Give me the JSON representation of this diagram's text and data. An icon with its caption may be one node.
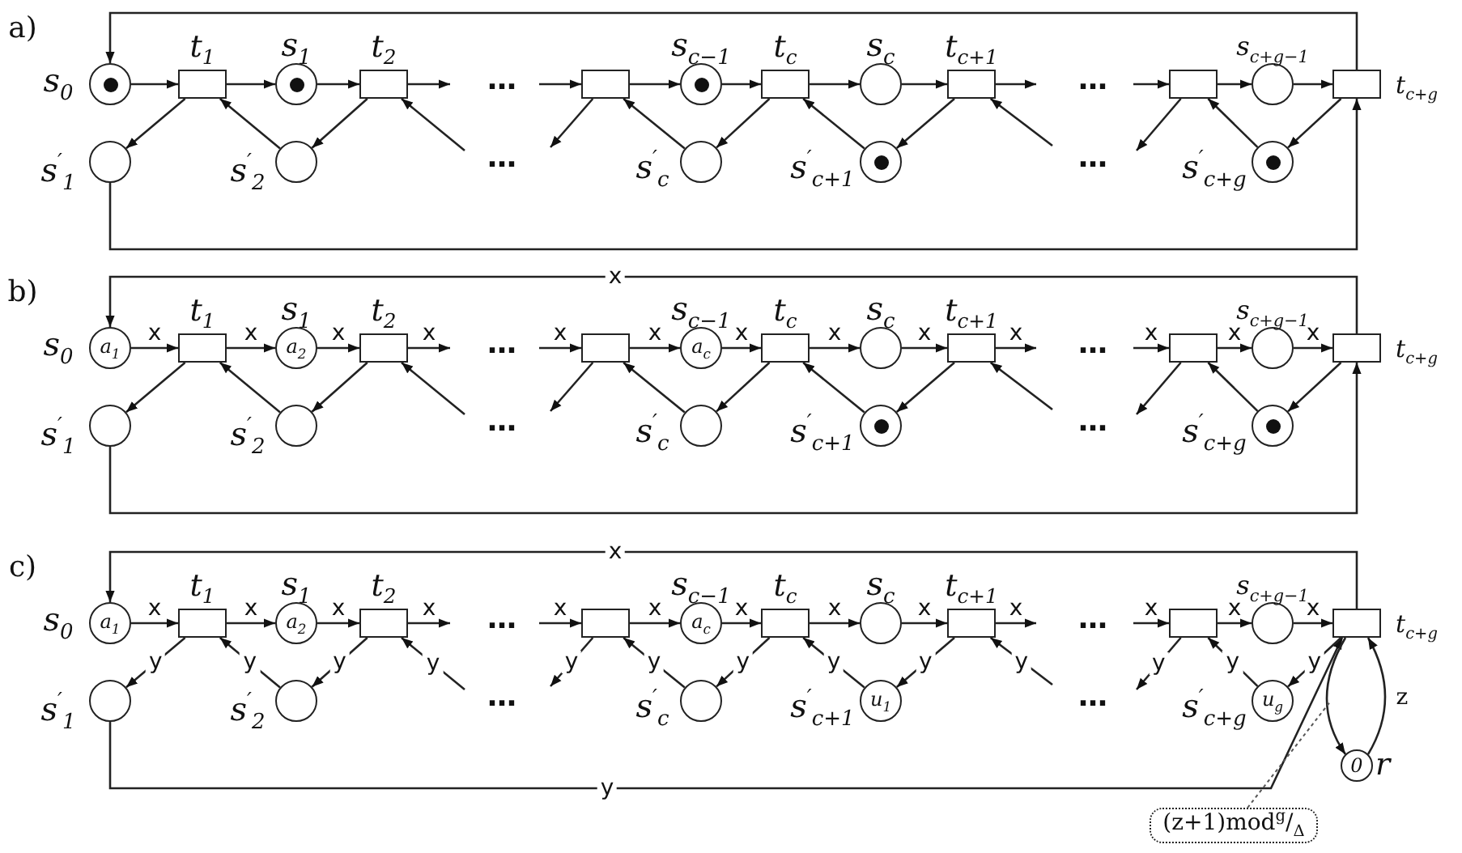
{
  "diagram": {
    "nodes": [
      {
        "text": [],
        "shape": "circle",
        "beside": [
          "s$_{0}$"
        ]
      },
      {
        "text": [],
        "shape": "box",
        "beside": [
          "t$_{1}$"
        ]
      },
      {
        "text": [],
        "shape": "circle",
        "beside": [
          "s$_{1}$"
        ]
      },
      {
        "text": [],
        "shape": "box",
        "beside": [
          "t$_{2}$"
        ]
      },
      {
        "text": [],
        "shape": "box"
      },
      {
        "text": [],
        "shape": "circle",
        "beside": [
          "s$_{c−1}$"
        ]
      },
      {
        "text": [],
        "shape": "box",
        "beside": [
          "t$_{c}$"
        ]
      },
      {
        "text": [],
        "shape": "circle",
        "beside": [
          "s$_{c}$"
        ]
      },
      {
        "text": [],
        "shape": "box",
        "beside": [
          "t$_{c+1}$"
        ]
      },
      {
        "text": [],
        "shape": "box"
      },
      {
        "text": [],
        "shape": "circle",
        "beside": [
          "s$_{c+g−1}$"
        ]
      },
      {
        "text": [],
        "shape": "box",
        "beside": [
          "t$_{c+g}$"
        ]
      },
      {
        "text": [],
        "shape": "circle",
        "beside": [
          "s$^{′}$$_{1}$"
        ]
      },
      {
        "text": [],
        "shape": "circle",
        "beside": [
          "s$^{′}$$_{2}$"
        ]
      },
      {
        "text": [],
        "shape": "circle",
        "beside": [
          "s$^{′}$$_{c}$"
        ]
      },
      {
        "text": [],
        "shape": "circle",
        "beside": [
          "s$^{′}$$_{c+1}$"
        ]
      },
      {
        "text": [],
        "shape": "circle",
        "beside": [
          "s$^{′}$$_{c+g}$"
        ]
      },
      {
        "text": [
          "a$_{1}$"
        ],
        "beside": [
          "s$_{0}$"
        ]
      },
      {
        "text": [],
        "shape": "box",
        "beside": [
          "t$_{1}$"
        ]
      },
      {
        "text": [
          "a$_{2}$"
        ],
        "beside": [
          "s$_{1}$"
        ]
      },
      {
        "text": [],
        "shape": "box",
        "beside": [
          "t$_{2}$"
        ]
      },
      {
        "text": [],
        "shape": "box"
      },
      {
        "text": [
          "a$_{c}$"
        ],
        "beside": [
          "s$_{c−1}$"
        ]
      },
      {
        "text": [],
        "shape": "box",
        "beside": [
          "t$_{c}$"
        ]
      },
      {
        "text": [],
        "shape": "circle",
        "beside": [
          "s$_{c}$"
        ]
      },
      {
        "text": [],
        "shape": "box",
        "beside": [
          "t$_{c+1}$"
        ]
      },
      {
        "text": [],
        "shape": "box"
      },
      {
        "text": [],
        "shape": "circle",
        "beside": [
          "s$_{c+g−1}$"
        ]
      },
      {
        "text": [],
        "shape": "box",
        "beside": [
          "t$_{c+g}$"
        ]
      },
      {
        "text": [],
        "shape": "circle",
        "beside": [
          "s$^{′}$$_{1}$"
        ]
      },
      {
        "text": [],
        "shape": "circle",
        "beside": [
          "s$^{′}$$_{2}$"
        ]
      },
      {
        "text": [],
        "shape": "circle",
        "beside": [
          "s$^{′}$$_{c}$"
        ]
      },
      {
        "text": [],
        "shape": "circle",
        "beside": [
          "s$^{′}$$_{c+1}$"
        ]
      },
      {
        "text": [],
        "shape": "circle",
        "beside": [
          "s$^{′}$$_{c+g}$"
        ]
      },
      {
        "text": [
          "a$_{1}$"
        ],
        "beside": [
          "s$_{0}$"
        ]
      },
      {
        "text": [],
        "shape": "box",
        "beside": [
          "t$_{1}$"
        ]
      },
      {
        "text": [
          "a$_{2}$"
        ],
        "beside": [
          "s$_{1}$"
        ]
      },
      {
        "text": [],
        "shape": "box",
        "beside": [
          "t$_{2}$"
        ]
      },
      {
        "text": [],
        "shape": "box"
      },
      {
        "text": [
          "a$_{c}$"
        ],
        "beside": [
          "s$_{c−1}$"
        ]
      },
      {
        "text": [],
        "shape": "box",
        "beside": [
          "t$_{c}$"
        ]
      },
      {
        "text": [],
        "shape": "circle",
        "beside": [
          "s$_{c}$"
        ]
      },
      {
        "text": [],
        "shape": "box",
        "beside": [
          "t$_{c+1}$"
        ]
      },
      {
        "text": [],
        "shape": "box"
      },
      {
        "text": [],
        "shape": "circle",
        "beside": [
          "s$_{c+g−1}$"
        ]
      },
      {
        "text": [],
        "shape": "box",
        "beside": [
          "t$_{c+g}$"
        ]
      },
      {
        "text": [],
        "shape": "circle",
        "beside": [
          "s$^{′}$$_{1}$"
        ]
      },
      {
        "text": [],
        "shape": "circle",
        "beside": [
          "s$^{′}$$_{2}$"
        ]
      },
      {
        "text": [],
        "shape": "circle",
        "beside": [
          "s$^{′}$$_{c}$"
        ]
      },
      {
        "text": [
          "u$_{1}$"
        ],
        "beside": [
          "s$^{′}$$_{c+1}$"
        ]
      },
      {
        "text": [
          "u$_{g}$"
        ],
        "beside": [
          "s$^{′}$$_{c+g}$"
        ]
      },
      {
        "text": [
          "0"
        ],
        "beside": [
          "r"
        ]
      },
      {
        "text": [
          "(z+1)mod$^{g}$/$_{Δ}$"
        ]
      }
    ],
    "edges": [
      {
        "from": 0,
        "to": 1,
        "arrow": "to"
      },
      {
        "from": 1,
        "to": 2,
        "arrow": "to"
      },
      {
        "from": 2,
        "to": 3,
        "arrow": "to"
      },
      {
        "from": 3,
        "to": null,
        "arrow": "to"
      },
      {
        "from": null,
        "to": 4,
        "arrow": "to"
      },
      {
        "from": 4,
        "to": 5,
        "arrow": "to"
      },
      {
        "from": 5,
        "to": 6,
        "arrow": "to"
      },
      {
        "from": 6,
        "to": 7,
        "arrow": "to"
      },
      {
        "from": 7,
        "to": 8,
        "arrow": "to"
      },
      {
        "from": 8,
        "to": null,
        "arrow": "to"
      },
      {
        "from": null,
        "to": 9,
        "arrow": "to"
      },
      {
        "from": 9,
        "to": 10,
        "arrow": "to"
      },
      {
        "from": 10,
        "to": 11,
        "arrow": "to"
      },
      {
        "from": 1,
        "to": 12,
        "arrow": "to"
      },
      {
        "from": 13,
        "to": 1,
        "arrow": "to"
      },
      {
        "from": 3,
        "to": 13,
        "arrow": "to"
      },
      {
        "from": null,
        "to": 3,
        "arrow": "to"
      },
      {
        "from": 4,
        "to": null,
        "arrow": "to"
      },
      {
        "from": 14,
        "to": 4,
        "arrow": "to"
      },
      {
        "from": 6,
        "to": 14,
        "arrow": "to"
      },
      {
        "from": 15,
        "to": 6,
        "arrow": "to"
      },
      {
        "from": 8,
        "to": 15,
        "arrow": "to"
      },
      {
        "from": null,
        "to": 8,
        "arrow": "to"
      },
      {
        "from": 9,
        "to": null,
        "arrow": "to"
      },
      {
        "from": 16,
        "to": 9,
        "arrow": "to"
      },
      {
        "from": 11,
        "to": 16,
        "arrow": "to"
      },
      {
        "from": 11,
        "to": 0,
        "arrow": "to"
      },
      {
        "from": 12,
        "to": 11,
        "arrow": "to"
      },
      {
        "from": 17,
        "to": 18,
        "arrow": "to",
        "label": "x"
      },
      {
        "from": 18,
        "to": 19,
        "arrow": "to",
        "label": "x"
      },
      {
        "from": 19,
        "to": 20,
        "arrow": "to",
        "label": "x"
      },
      {
        "from": 20,
        "to": null,
        "arrow": "to",
        "label": "x"
      },
      {
        "from": null,
        "to": 21,
        "arrow": "to",
        "label": "x"
      },
      {
        "from": 21,
        "to": 22,
        "arrow": "to",
        "label": "x"
      },
      {
        "from": 22,
        "to": 23,
        "arrow": "to",
        "label": "x"
      },
      {
        "from": 23,
        "to": 24,
        "arrow": "to",
        "label": "x"
      },
      {
        "from": 24,
        "to": 25,
        "arrow": "to",
        "label": "x"
      },
      {
        "from": 25,
        "to": null,
        "arrow": "to",
        "label": "x"
      },
      {
        "from": null,
        "to": 26,
        "arrow": "to",
        "label": "x"
      },
      {
        "from": 26,
        "to": 27,
        "arrow": "to",
        "label": "x"
      },
      {
        "from": 27,
        "to": 28,
        "arrow": "to",
        "label": "x"
      },
      {
        "from": 18,
        "to": 29,
        "arrow": "to"
      },
      {
        "from": 30,
        "to": 18,
        "arrow": "to"
      },
      {
        "from": 20,
        "to": 30,
        "arrow": "to"
      },
      {
        "from": null,
        "to": 20,
        "arrow": "to"
      },
      {
        "from": 21,
        "to": null,
        "arrow": "to"
      },
      {
        "from": 31,
        "to": 21,
        "arrow": "to"
      },
      {
        "from": 23,
        "to": 31,
        "arrow": "to"
      },
      {
        "from": 32,
        "to": 23,
        "arrow": "to"
      },
      {
        "from": 25,
        "to": 32,
        "arrow": "to"
      },
      {
        "from": null,
        "to": 25,
        "arrow": "to"
      },
      {
        "from": 26,
        "to": null,
        "arrow": "to"
      },
      {
        "from": 33,
        "to": 26,
        "arrow": "to"
      },
      {
        "from": 28,
        "to": 33,
        "arrow": "to"
      },
      {
        "from": 28,
        "to": 17,
        "arrow": "to",
        "label": "x"
      },
      {
        "from": 29,
        "to": 28,
        "arrow": "to"
      },
      {
        "from": 34,
        "to": 35,
        "arrow": "to",
        "label": "x"
      },
      {
        "from": 35,
        "to": 36,
        "arrow": "to",
        "label": "x"
      },
      {
        "from": 36,
        "to": 37,
        "arrow": "to",
        "label": "x"
      },
      {
        "from": 37,
        "to": null,
        "arrow": "to",
        "label": "x"
      },
      {
        "from": null,
        "to": 38,
        "arrow": "to",
        "label": "x"
      },
      {
        "from": 38,
        "to": 39,
        "arrow": "to",
        "label": "x"
      },
      {
        "from": 39,
        "to": 40,
        "arrow": "to",
        "label": "x"
      },
      {
        "from": 40,
        "to": 41,
        "arrow": "to",
        "label": "x"
      },
      {
        "from": 41,
        "to": 42,
        "arrow": "to",
        "label": "x"
      },
      {
        "from": 42,
        "to": null,
        "arrow": "to",
        "label": "x"
      },
      {
        "from": null,
        "to": 43,
        "arrow": "to",
        "label": "x"
      },
      {
        "from": 43,
        "to": 44,
        "arrow": "to",
        "label": "x"
      },
      {
        "from": 44,
        "to": 45,
        "arrow": "to",
        "label": "x"
      },
      {
        "from": 35,
        "to": 46,
        "arrow": "to",
        "label": "y"
      },
      {
        "from": 47,
        "to": 35,
        "arrow": "to",
        "label": "y"
      },
      {
        "from": 37,
        "to": 47,
        "arrow": "to",
        "label": "y"
      },
      {
        "from": null,
        "to": 37,
        "arrow": "to",
        "label": "y"
      },
      {
        "from": 38,
        "to": null,
        "arrow": "to",
        "label": "y"
      },
      {
        "from": 48,
        "to": 38,
        "arrow": "to",
        "label": "y"
      },
      {
        "from": 40,
        "to": 48,
        "arrow": "to",
        "label": "y"
      },
      {
        "from": 49,
        "to": 40,
        "arrow": "to",
        "label": "y"
      },
      {
        "from": 42,
        "to": 49,
        "arrow": "to",
        "label": "y"
      },
      {
        "from": null,
        "to": 42,
        "arrow": "to",
        "label": "y"
      },
      {
        "from": 43,
        "to": null,
        "arrow": "to",
        "label": "y"
      },
      {
        "from": 50,
        "to": 43,
        "arrow": "to",
        "label": "y"
      },
      {
        "from": 45,
        "to": 50,
        "arrow": "to",
        "label": "y"
      },
      {
        "from": 45,
        "to": 34,
        "arrow": "to",
        "label": "x"
      },
      {
        "from": 46,
        "to": 45,
        "arrow": "to",
        "label": "y"
      },
      {
        "from": 45,
        "to": 51,
        "arrow": "to"
      },
      {
        "from": 51,
        "to": 45,
        "arrow": "to",
        "label": "z"
      },
      {
        "from": 52,
        "to": null,
        "arrow": "none",
        "style": "dashed"
      }
    ],
    "labels": [
      "a)",
      "…",
      "…",
      "…",
      "…",
      "b)",
      "…",
      "…",
      "…",
      "…",
      "c)",
      "…",
      "…",
      "…",
      "…"
    ]
  }
}
